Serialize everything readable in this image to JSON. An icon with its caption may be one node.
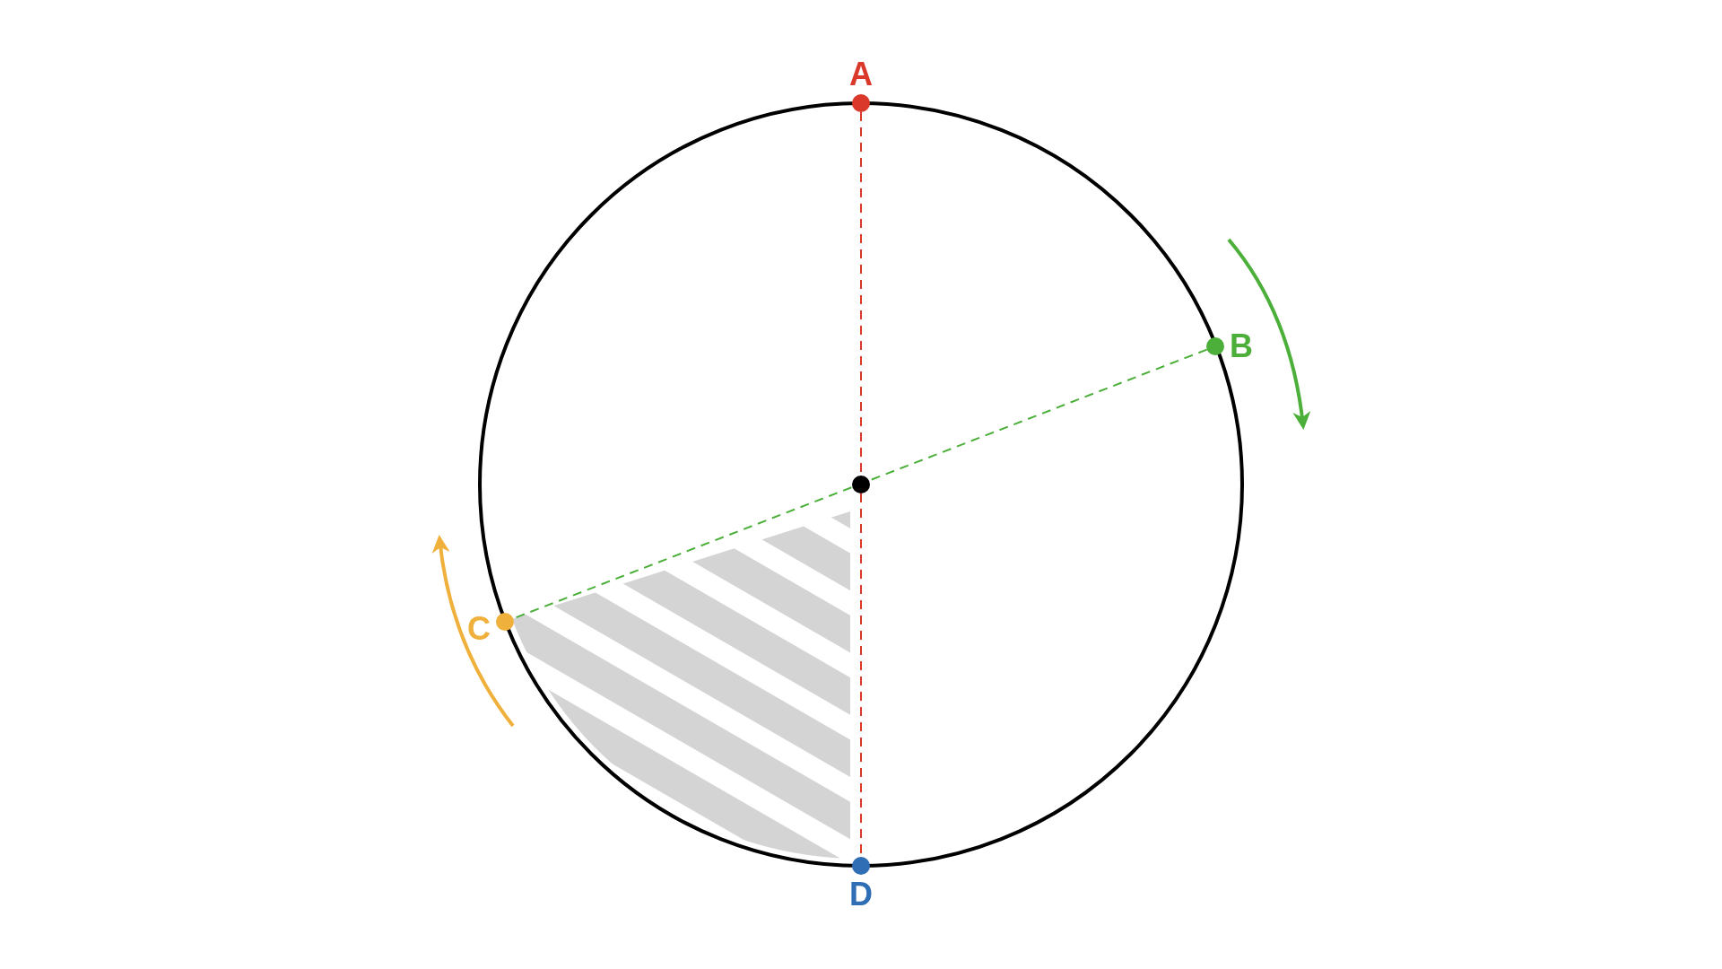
{
  "diagram": {
    "nodes": [
      {
        "text": [
          "A"
        ]
      },
      {
        "text": [
          "B"
        ]
      },
      {
        "text": [],
        "shape": "circle"
      },
      {
        "text": [
          "C"
        ]
      },
      {
        "text": [
          "D"
        ]
      }
    ],
    "edges": [
      {
        "from": 0,
        "to": 4,
        "arrow": "none",
        "style": "dashed",
        "color": "#d9382a"
      },
      {
        "from": 1,
        "to": 3,
        "arrow": "none",
        "style": "dashed",
        "color": "#4caf3a"
      }
    ]
  }
}
